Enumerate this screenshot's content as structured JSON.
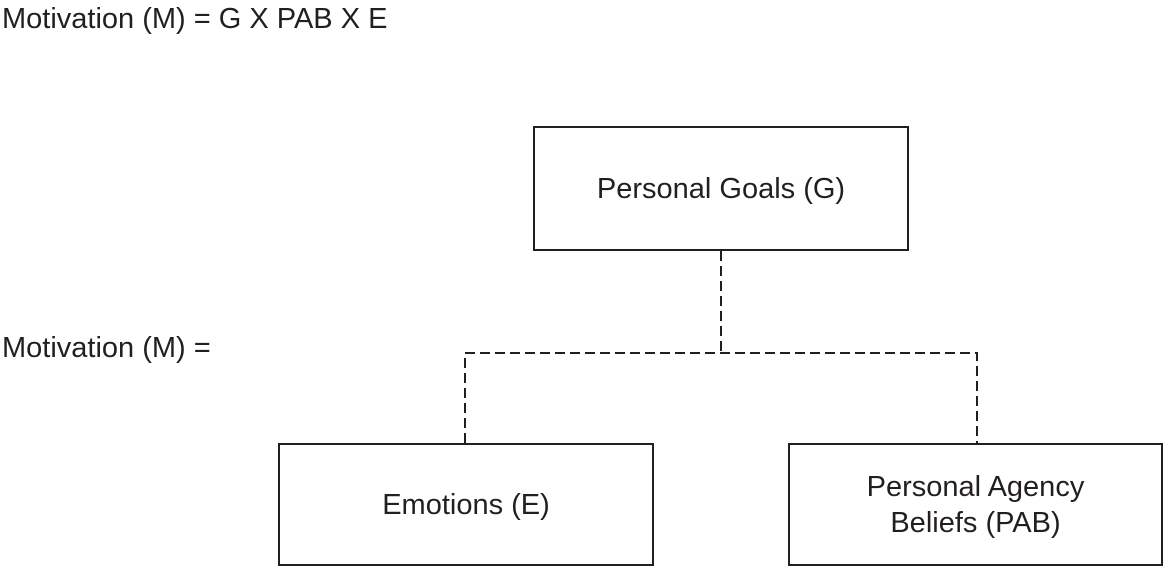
{
  "formula": "Motivation (M) = G X PAB X E",
  "left_label": "Motivation (M) =",
  "nodes": {
    "goals": {
      "label": "Personal Goals (G)"
    },
    "emotions": {
      "label": "Emotions (E)"
    },
    "pab": {
      "label": "Personal Agency Beliefs (PAB)"
    }
  },
  "connectors": {
    "style": "dashed",
    "edges": [
      {
        "from": "goals",
        "to": "emotions"
      },
      {
        "from": "goals",
        "to": "pab"
      }
    ]
  },
  "colors": {
    "ink": "#231f20",
    "background": "#ffffff"
  }
}
